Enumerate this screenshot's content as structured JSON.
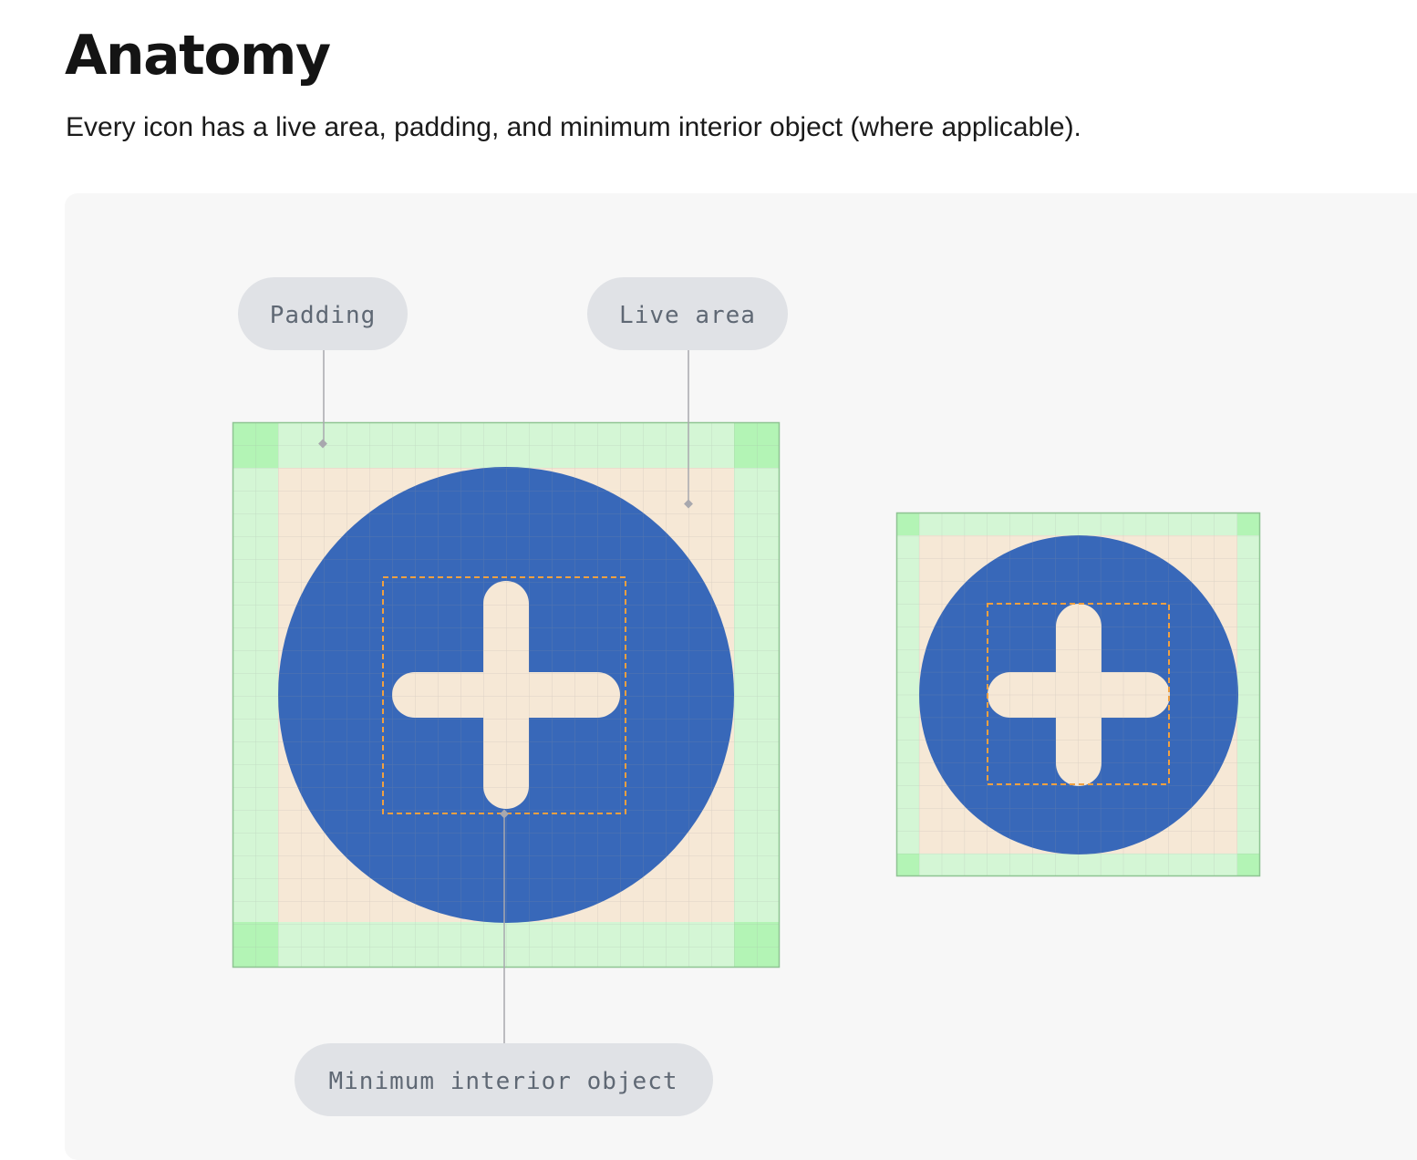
{
  "page": {
    "title": "Anatomy",
    "description": "Every icon has a live area, padding, and minimum interior object (where applicable)."
  },
  "callouts": {
    "padding": "Padding",
    "live_area": "Live area",
    "minimum_interior_object": "Minimum interior object"
  },
  "icons": [
    {
      "name": "add-circle-large-icon",
      "grid_cells": 24,
      "padding_cells": 2
    },
    {
      "name": "add-circle-small-icon",
      "grid_cells": 16,
      "padding_cells": 1
    }
  ],
  "colors": {
    "icon_fill": "#3868b9",
    "live_area": "#f6e8d6",
    "padding": "#d4f6d5",
    "padding_corner": "#b3f4b5",
    "keyline": "#f0a040",
    "panel": "#f7f7f7",
    "pill": "#e0e2e6",
    "pill_text": "#5f6874",
    "leader_line": "#a8a8ae"
  }
}
